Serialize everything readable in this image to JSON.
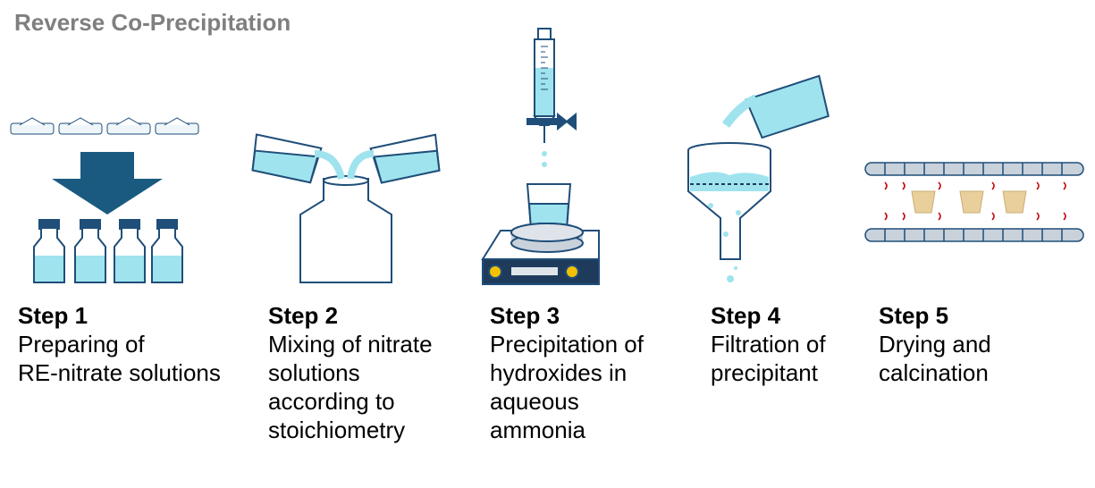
{
  "title": "Reverse Co-Precipitation",
  "colors": {
    "liquid": "#9fe3ee",
    "outline": "#1f4e79",
    "arrow": "#1a5a80",
    "crucible": "#e9cf9b",
    "heat": "#c00000",
    "tube": "#c9d1db",
    "stirrer_knob": "#f2c200"
  },
  "steps": [
    {
      "label": "Step 1",
      "desc": [
        "Preparing of",
        "RE-nitrate solutions"
      ],
      "icon": "petri-dishes-to-bottles-icon"
    },
    {
      "label": "Step 2",
      "desc": [
        "Mixing of nitrate",
        "solutions",
        "according to",
        "stoichiometry"
      ],
      "icon": "beakers-pouring-into-flask-icon"
    },
    {
      "label": "Step 3",
      "desc": [
        "Precipitation of",
        "hydroxides in",
        "aqueous",
        "ammonia"
      ],
      "icon": "burette-over-stirrer-icon"
    },
    {
      "label": "Step 4",
      "desc": [
        "Filtration of",
        "precipitant"
      ],
      "icon": "funnel-filtration-icon"
    },
    {
      "label": "Step 5",
      "desc": [
        "Drying and",
        "calcination"
      ],
      "icon": "tube-furnace-crucibles-icon"
    }
  ]
}
